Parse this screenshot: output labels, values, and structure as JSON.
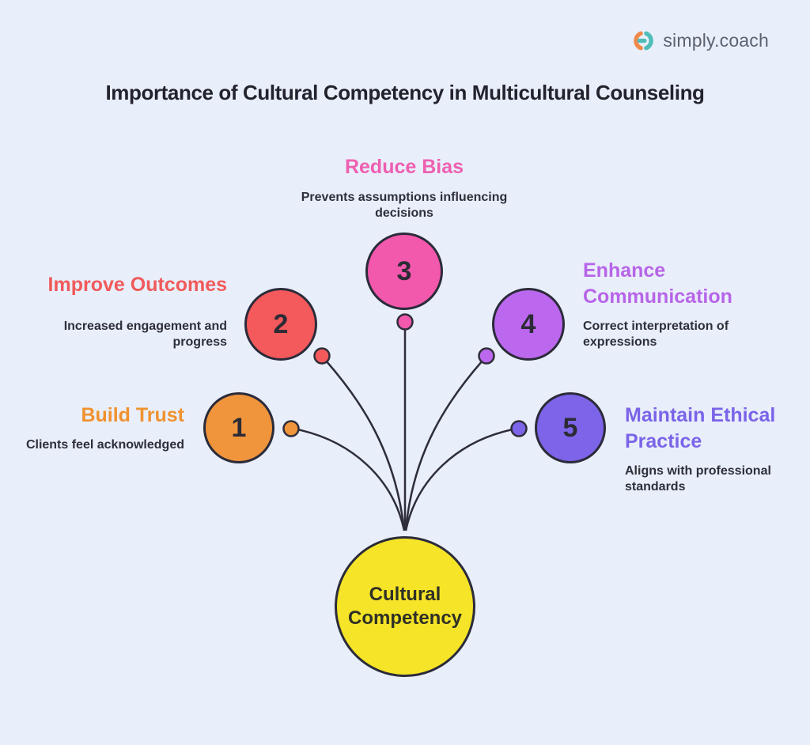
{
  "page": {
    "background": "#e9eefb",
    "connector_color": "#2e2e3a",
    "outline_color": "#2b2b3a"
  },
  "logo": {
    "text": "simply.coach",
    "text_color": "#5b6270",
    "icon_orange": "#ef8a4a",
    "icon_teal": "#4fbdb7"
  },
  "title": {
    "text": "Importance of Cultural Competency in Multicultural Counseling",
    "color": "#22232d"
  },
  "center": {
    "label": "Cultural Competency",
    "fill": "#f5e427"
  },
  "items": [
    {
      "number": "1",
      "title": "Build Trust",
      "description": "Clients feel acknowledged",
      "title_color": "#f0922e",
      "circle_fill": "#f0953c"
    },
    {
      "number": "2",
      "title": "Improve Outcomes",
      "description": "Increased engagement and progress",
      "title_color": "#f05a5a",
      "circle_fill": "#f4595b"
    },
    {
      "number": "3",
      "title": "Reduce Bias",
      "description": "Prevents assumptions influencing decisions",
      "title_color": "#ee5fb0",
      "circle_fill": "#f258ac"
    },
    {
      "number": "4",
      "title": "Enhance Communication",
      "description": "Correct interpretation of expressions",
      "title_color": "#b765e8",
      "circle_fill": "#bb68ee"
    },
    {
      "number": "5",
      "title": "Maintain Ethical Practice",
      "description": "Aligns with professional standards",
      "title_color": "#7a64e8",
      "circle_fill": "#7d64e8"
    }
  ]
}
